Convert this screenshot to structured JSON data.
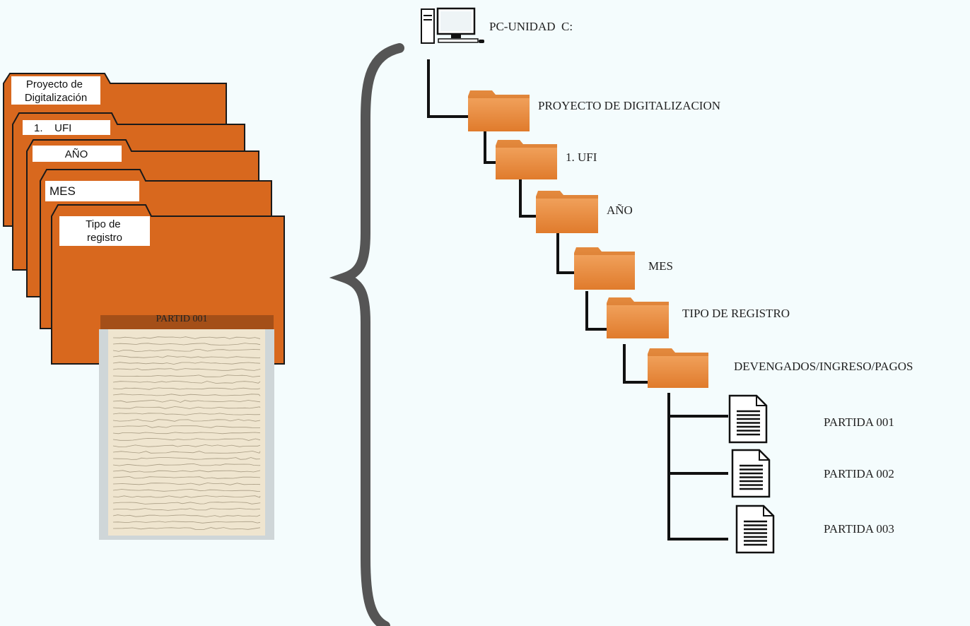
{
  "colors": {
    "background": "#f4fcfd",
    "folder_fill": "#d8681e",
    "folder_back": "#e9893f",
    "tree_line": "#111111",
    "brace": "#555555",
    "paper": "#efe5cf"
  },
  "left_stack": {
    "folders": [
      {
        "label": "Proyecto de\nDigitalización",
        "icon": "folder-icon"
      },
      {
        "label": "1.    UFI",
        "icon": "folder-icon"
      },
      {
        "label": "AÑO",
        "icon": "folder-icon"
      },
      {
        "label": "MES",
        "icon": "folder-icon"
      },
      {
        "label": "Tipo de\nregistro",
        "icon": "folder-icon"
      }
    ],
    "document_label": "PARTID 001",
    "document_icon": "handwritten-page-icon"
  },
  "tree": {
    "root": {
      "label": "PC-UNIDAD  C:",
      "icon": "computer-icon"
    },
    "folders": [
      {
        "label": "PROYECTO DE DIGITALIZACION",
        "icon": "folder-icon"
      },
      {
        "label": "1. UFI",
        "icon": "folder-icon"
      },
      {
        "label": "AÑO",
        "icon": "folder-icon"
      },
      {
        "label": "MES",
        "icon": "folder-icon"
      },
      {
        "label": "TIPO DE REGISTRO",
        "icon": "folder-icon"
      },
      {
        "label": "DEVENGADOS/INGRESO/PAGOS",
        "icon": "folder-icon"
      }
    ],
    "files": [
      {
        "label": "PARTIDA 001",
        "icon": "document-icon"
      },
      {
        "label": "PARTIDA 002",
        "icon": "document-icon"
      },
      {
        "label": "PARTIDA 003",
        "icon": "document-icon"
      }
    ]
  }
}
